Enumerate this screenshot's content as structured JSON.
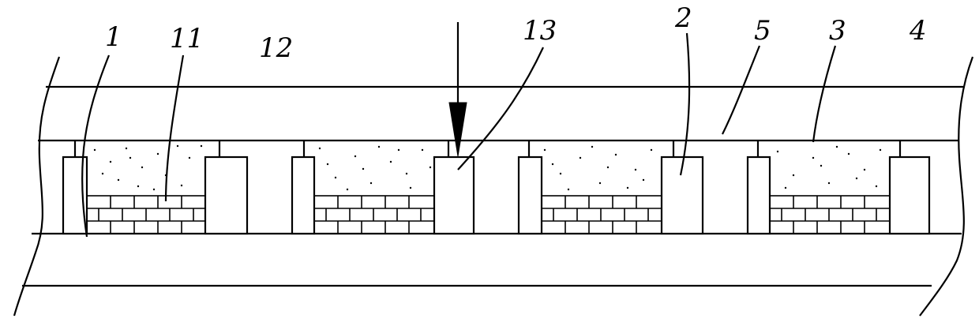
{
  "labels": {
    "part_1": "1",
    "part_11": "11",
    "part_12": "12",
    "part_13": "13",
    "part_2": "2",
    "part_5": "5",
    "part_3": "3",
    "part_4": "4"
  },
  "colors": {
    "line": "#000000",
    "background": "#ffffff"
  }
}
